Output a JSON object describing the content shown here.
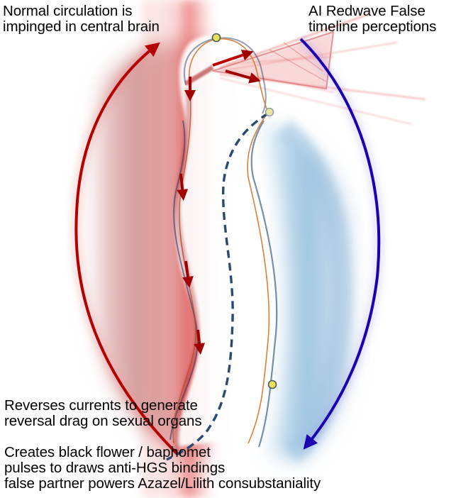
{
  "title": "Circulation reversal diagram",
  "labels": {
    "top_left": {
      "lines": [
        "Normal circulation is",
        "impinged in central brain"
      ]
    },
    "top_right": {
      "lines": [
        "AI Redwave False",
        "timeline perceptions"
      ]
    },
    "reverses": {
      "lines": [
        "Reverses currents to generate",
        "reversal drag on sexual organs"
      ]
    },
    "creates": {
      "lines": [
        "Creates black flower / baphomet",
        "pulses to draws anti-HGS bindings",
        "false partner powers Azazel/Lilith consubstaniality"
      ]
    }
  },
  "colors": {
    "red_current": "#b30000",
    "red_glow": "#e23b3b",
    "blue_current": "#1a00b0",
    "blue_glow": "#7fb3d8",
    "dashed_path": "#2a4a72",
    "orange_line": "#d9803a",
    "node_fill": "#e8e05a",
    "node_stroke": "#4a5a60"
  },
  "flows": [
    {
      "name": "left-arc",
      "direction": "upward",
      "color": "red"
    },
    {
      "name": "right-arc",
      "direction": "downward",
      "color": "blue"
    },
    {
      "name": "central-spine",
      "direction": "downward",
      "color": "dark-red"
    },
    {
      "name": "redwave-beam",
      "direction": "upper-right",
      "color": "red"
    }
  ],
  "nodes": [
    "top-node",
    "mid-node",
    "lower-node"
  ]
}
